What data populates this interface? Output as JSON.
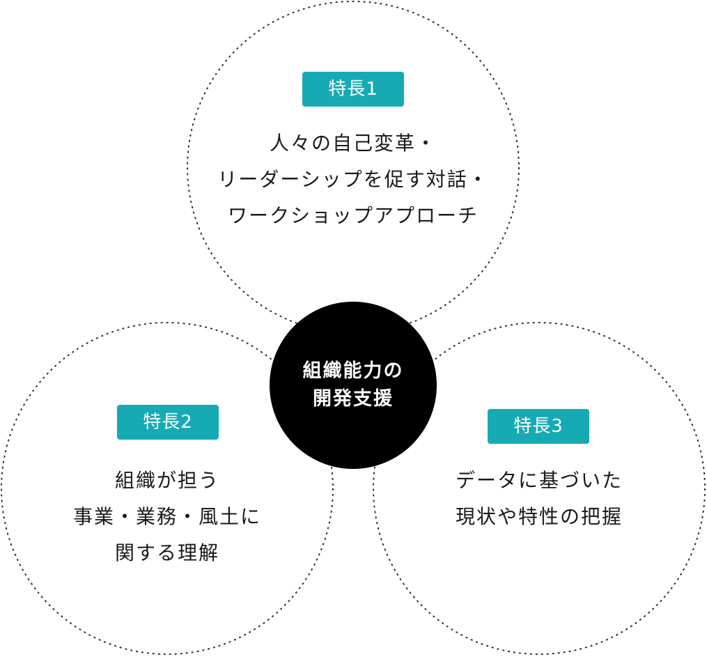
{
  "center": {
    "lines": [
      "組織能力の",
      "開発支援"
    ]
  },
  "features": [
    {
      "badge": "特長1",
      "lines": [
        "人々の自己変革・",
        "リーダーシップを促す対話・",
        "ワークショップアプローチ"
      ]
    },
    {
      "badge": "特長2",
      "lines": [
        "組織が担う",
        "事業・業務・風土に",
        "関する理解"
      ]
    },
    {
      "badge": "特長3",
      "lines": [
        "データに基づいた",
        "現状や特性の把握"
      ]
    }
  ],
  "colors": {
    "badge": "#16abb4",
    "center": "#000000",
    "ring": "#333333"
  }
}
